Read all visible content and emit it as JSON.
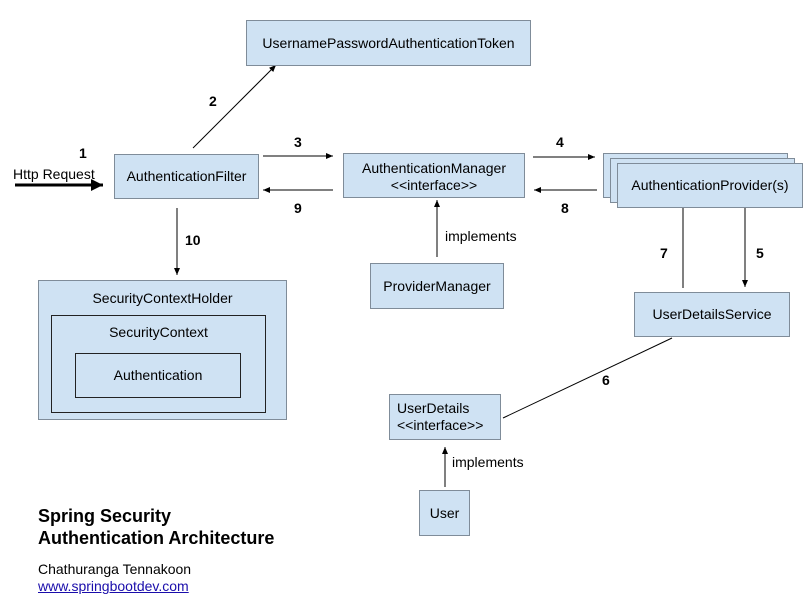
{
  "nodes": {
    "token": "UsernamePasswordAuthenticationToken",
    "filter": "AuthenticationFilter",
    "manager_line1": "AuthenticationManager",
    "manager_line2": "<<interface>>",
    "provider": "AuthenticationProvider(s)",
    "provider_manager": "ProviderManager",
    "user_details_service": "UserDetailsService",
    "context_holder": "SecurityContextHolder",
    "context": "SecurityContext",
    "authentication": "Authentication",
    "user_details_line1": "UserDetails",
    "user_details_line2": "<<interface>>",
    "user": "User"
  },
  "edges": {
    "http_request": "Http Request",
    "n1": "1",
    "n2": "2",
    "n3": "3",
    "n4": "4",
    "n5": "5",
    "n6": "6",
    "n7": "7",
    "n8": "8",
    "n9": "9",
    "n10": "10",
    "implements1": "implements",
    "implements2": "implements"
  },
  "footer": {
    "title_line1": "Spring Security",
    "title_line2": "Authentication Architecture",
    "author": "Chathuranga Tennakoon",
    "link": "www.springbootdev.com"
  },
  "colors": {
    "box_fill": "#cfe2f3",
    "link": "#1a0dab"
  }
}
